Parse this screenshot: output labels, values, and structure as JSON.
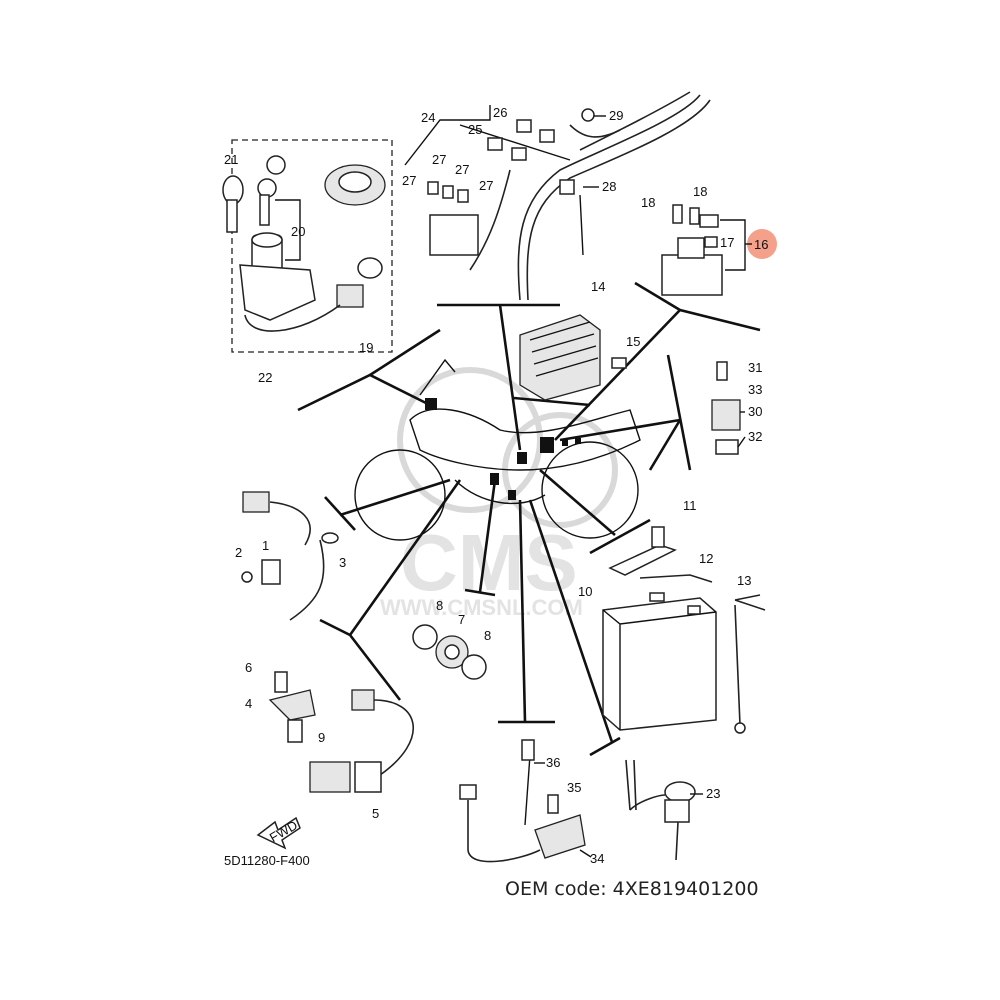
{
  "diagram": {
    "code": "5D11280-F400",
    "fwd_label": "FWD",
    "watermark_text": "CMS",
    "watermark_url": "WWW.CMSNL.COM",
    "highlighted_part": "16",
    "highlight_color": "#f4a08a",
    "part_numbers": [
      "1",
      "2",
      "3",
      "4",
      "5",
      "6",
      "7",
      "8",
      "8",
      "9",
      "10",
      "11",
      "12",
      "13",
      "14",
      "15",
      "16",
      "17",
      "18",
      "18",
      "19",
      "20",
      "21",
      "22",
      "23",
      "24",
      "25",
      "26",
      "27",
      "27",
      "27",
      "27",
      "28",
      "29",
      "30",
      "31",
      "32",
      "33",
      "34",
      "35",
      "36"
    ]
  },
  "footer": {
    "oem_code": "OEM code: 4XE819401200"
  }
}
